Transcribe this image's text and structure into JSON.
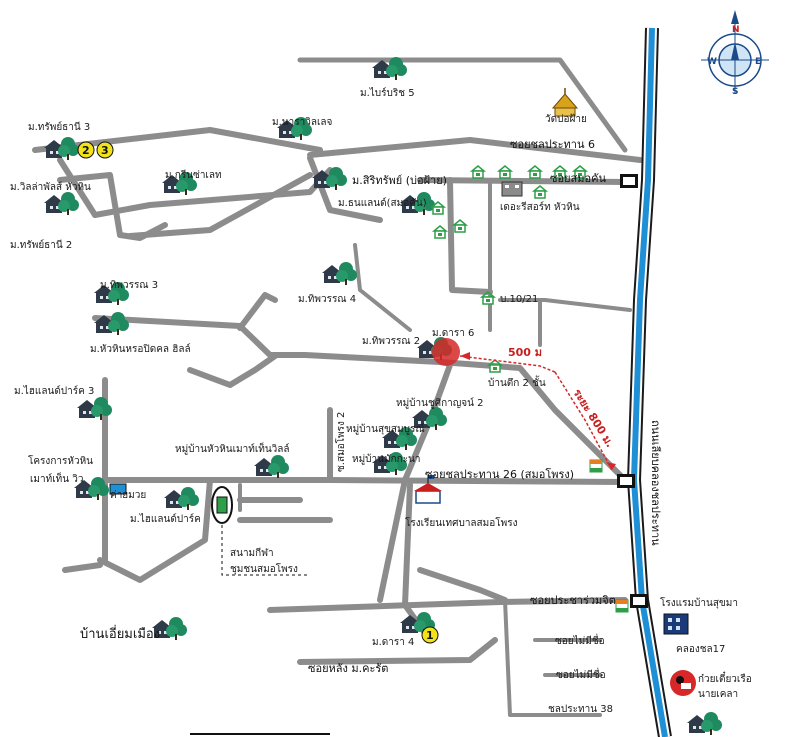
{
  "compass": {
    "n": "N",
    "e": "E",
    "w": "W",
    "s": "S"
  },
  "colors": {
    "road": "#8c8c8c",
    "canal_water": "#1f8fd6",
    "canal_bank": "#1a1a1a",
    "tree": "#1f8a5f",
    "house": "#2f3a48",
    "highlight": "#d62828",
    "route": "#d62828",
    "marker_yellow": "#f2e21a",
    "small_house": "#2e9e49"
  },
  "distance_label": "500 ม",
  "route_label": "ระยะ 800 ม.",
  "canal_label": "ถนนเลียบคลองชลประทาน",
  "markers": {
    "m1": "1",
    "m2": "2",
    "m3": "3"
  },
  "labels": {
    "mai_bridge": "ม.ไบร์บริช 5",
    "mai_narawila": "ม.นาราวิลเลจ",
    "wat_bo_fai": "วัดบ่อฝ้าย",
    "soi_chonprathan6": "ซอยชลประทาน 6",
    "m_sap_thani3": "ม.ทรัพย์ธานี 3",
    "m_green_lake": "ม.กรีนซ่าเลท",
    "m_sirisap": "ม.สิริทรัพย์ (บ่อฝ้าย)",
    "soi_somo": "ซอยสมอคัน",
    "m_wila_hh": "ม.วิลล่าพัลส์ หัวหิน",
    "m_ordinand": "ม.ธนแลนด์(สมอคัน)",
    "resort_huahin": "เดอะรีสอร์ท หัวหิน",
    "m_sap_thani2": "ม.ทรัพย์ธานี 2",
    "m_thippawan3": "ม.ทิพวรรณ 3",
    "m_thippawan4": "ม.ทิพวรรณ 4",
    "b_10_21": "บ.10/21",
    "m_huahin_hrop": "ม.หัวหินหรอปิดคล ฮิลล์",
    "m_thippawan2": "ม.ทิพวรรณ 2",
    "m_dara6": "ม.ดารา 6",
    "ban_tuk": "บ้านตึก 2 ชั้น",
    "m_highland3": "ม.ไฮแลนด์ปาร์ค 3",
    "m_ban_chu": "หมู่บ้านชูศิกาญจน์ 2",
    "soi_somophong2": "ซ.สมอโพรง 2",
    "m_ban_sukha": "หมู่บ้านสุขสมบูรณ์",
    "proj_huahin": "โครงการหัวหิน",
    "mountain_view": "เมาท์เท็น วิว",
    "m_huahin_mount": "หมู่บ้านหัวหินเมาท์เท็นวิลล์",
    "m_ban_mak": "หมู่บ้านมักกะนา",
    "soi_chon26": "ซอยชลประทาน 26 (สมอโพรง)",
    "kai_muai": "ค่ายมวย",
    "m_highland": "ม.ไฮแลนด์ปาร์ค",
    "school": "โรงเรียนเทศบาลสมอโพรง",
    "stadium1": "สนามกีฬา",
    "stadium2": "ชุมชนสมอโพรง",
    "soi_prasarn": "ซอยประชาร่วมจิต",
    "hotel": "โรงแรมบ้านสุขมา",
    "ban_liam": "บ้านเอี่ยมเมือง",
    "soi_maimisue1": "ซอยไม่มีชื่อ",
    "canal17": "คลองชล17",
    "m_dara4": "ม.ดารา 4",
    "soi_maimisue2": "ซอยไม่มีชื่อ",
    "noodle1": "ก๋วยเตี๋ยวเรือ",
    "noodle2": "นายเคลา",
    "soi_lang": "ซอยหลัง ม.คะรัต",
    "chon38": "ชลประทาน 38"
  }
}
